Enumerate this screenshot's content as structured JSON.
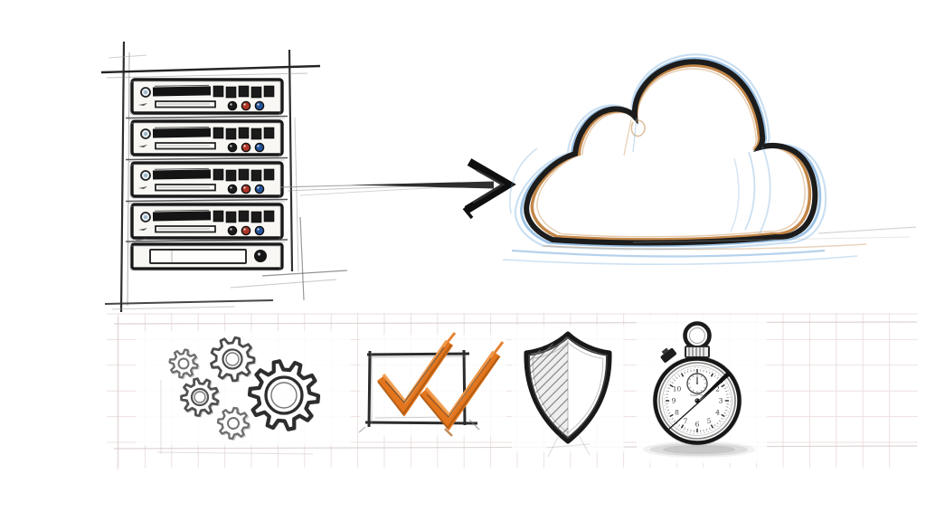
{
  "palette": {
    "paper": "#ffffff",
    "ink": "#1c1c1c",
    "pencil": "#8a8a8a",
    "sketch_blue": "#5b9bd5",
    "sketch_orange": "#e2751d",
    "sketch_tan": "#c0813f",
    "led_red": "#b03527",
    "led_blue": "#24539a",
    "grid": "#ecdede"
  },
  "diagram": {
    "flow": [
      {
        "name": "server-rack-icon",
        "units": 5
      },
      {
        "name": "arrow-right-icon"
      },
      {
        "name": "cloud-icon"
      }
    ],
    "bottom_icons": [
      {
        "name": "gears-icon",
        "gear_count": 5
      },
      {
        "name": "checkbox-checkmarks-icon",
        "check_count": 2
      },
      {
        "name": "shield-icon"
      },
      {
        "name": "stopwatch-icon",
        "numerals": [
          "2",
          "3",
          "4",
          "5",
          "6",
          "7",
          "8",
          "9",
          "10"
        ]
      }
    ]
  }
}
